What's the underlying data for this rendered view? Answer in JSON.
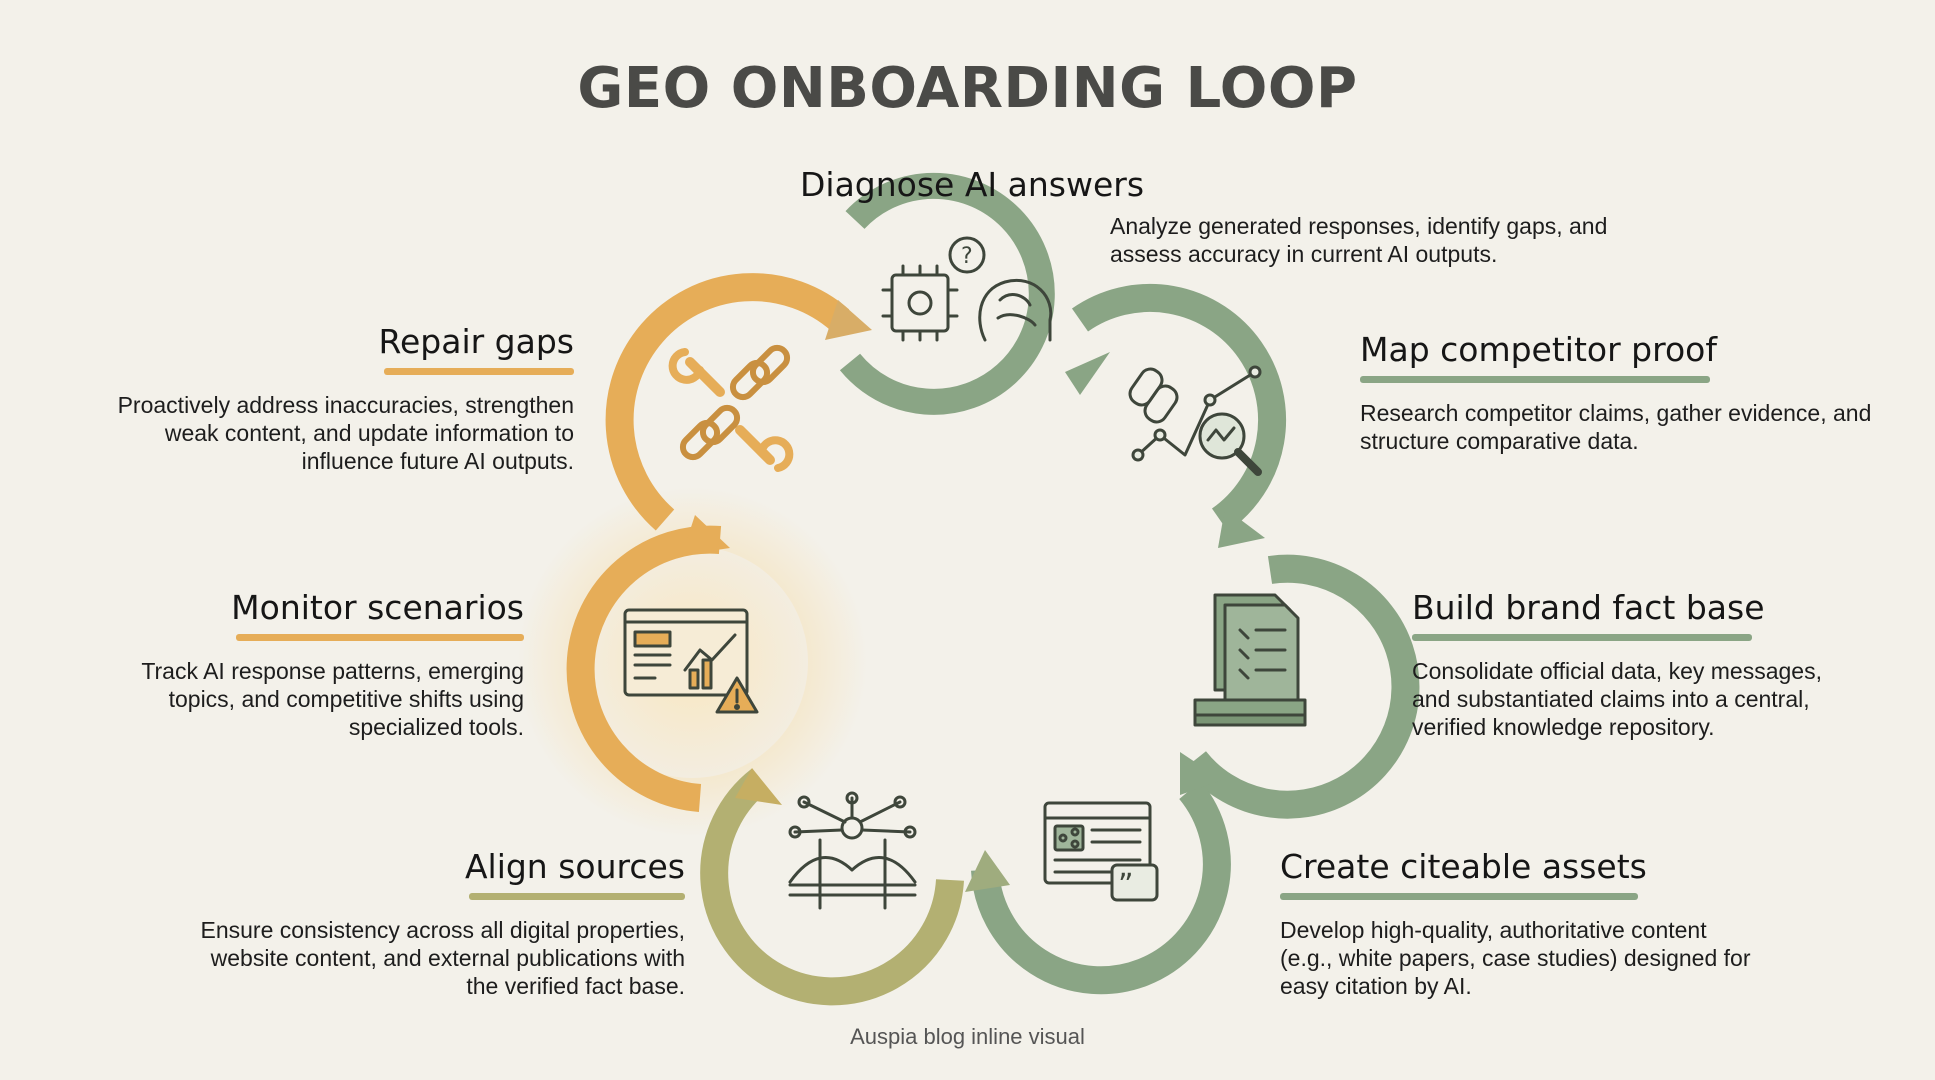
{
  "title": "GEO ONBOARDING LOOP",
  "footer": "Auspia blog inline visual",
  "colors": {
    "green": "#8aa585",
    "orange": "#e6ad58",
    "olive": "#b3b072",
    "background": "#f3f1ea",
    "icon_stroke": "#3e463b"
  },
  "steps": [
    {
      "title": "Diagnose AI answers",
      "desc": "Analyze generated responses, identify gaps, and assess accuracy in current AI outputs.",
      "icon": "ai-chip-brain-icon"
    },
    {
      "title": "Map competitor proof",
      "desc": "Research competitor claims, gather evidence, and structure comparative data.",
      "icon": "chart-link-magnifier-icon"
    },
    {
      "title": "Build brand fact base",
      "desc": "Consolidate official data, key messages, and substantiated claims into a central, verified knowledge repository.",
      "icon": "document-stack-icon"
    },
    {
      "title": "Create citeable assets",
      "desc": "Develop high-quality, authoritative content (e.g., white papers, case studies) designed for easy citation by AI.",
      "icon": "share-document-quote-icon"
    },
    {
      "title": "Align sources",
      "desc": "Ensure consistency across all digital properties, website content, and external publications with the verified fact base.",
      "icon": "bridge-network-icon"
    },
    {
      "title": "Monitor scenarios",
      "desc": "Track AI response patterns, emerging topics, and competitive shifts using specialized tools.",
      "icon": "dashboard-warning-icon"
    },
    {
      "title": "Repair gaps",
      "desc": "Proactively address inaccuracies, strengthen weak content, and update information to influence future AI outputs.",
      "icon": "wrench-broken-chain-icon"
    }
  ]
}
